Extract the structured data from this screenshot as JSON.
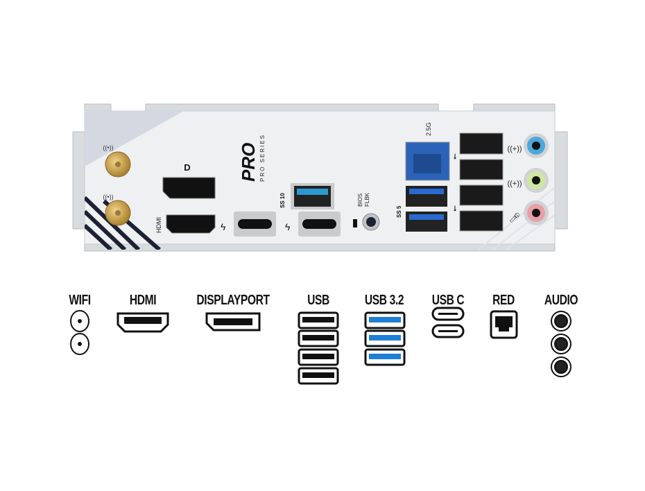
{
  "panel": {
    "logo_text": "PRO SERIES",
    "hdmi_label": "HDMI",
    "bios_label_1": "BIOS",
    "bios_label_2": "FLBK",
    "lan_speed": "2.5G",
    "ss10_label": "SS 10",
    "ss5_label": "SS 5"
  },
  "legend": {
    "wifi": "WIFI",
    "hdmi": "HDMI",
    "displayport": "DISPLAYPORT",
    "usb": "USB",
    "usb32": "USB 3.2",
    "usbc": "USB C",
    "red": "RED",
    "audio": "AUDIO"
  },
  "colors": {
    "usb3_blue": "#1f7fd6",
    "antenna_gold": "#c9a24a",
    "audio_blue": "#4aa8dc",
    "audio_green": "#cfe6a0",
    "audio_pink": "#e8a0a8"
  }
}
